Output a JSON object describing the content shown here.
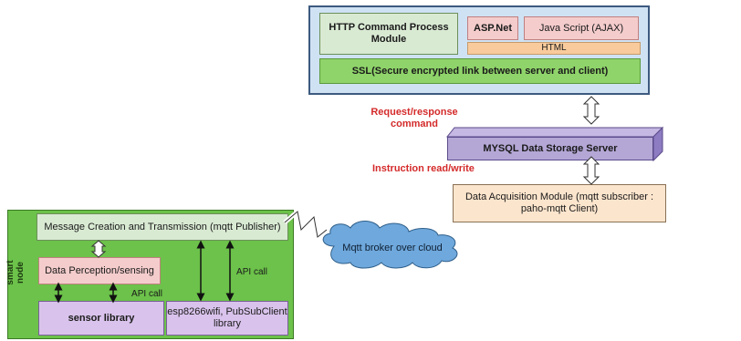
{
  "server": {
    "http_module": "HTTP Command Process Module",
    "aspnet": "ASP.Net",
    "javascript": "Java Script (AJAX)",
    "html": "HTML",
    "ssl": "SSL(Secure encrypted link between server and client)"
  },
  "links": {
    "request_response": "Request/response command",
    "instruction": "Instruction read/write"
  },
  "mysql": "MYSQL Data Storage Server",
  "acquisition": "Data Acquisition Module (mqtt subscriber : paho-mqtt Client)",
  "cloud": "Mqtt broker over cloud",
  "node": {
    "side_label": "smart node",
    "message": "Message Creation and Transmission (mqtt Publisher)",
    "perception": "Data Perception/sensing",
    "api_call_left": "API call",
    "api_call_right": "API call",
    "sensor_library": "sensor library",
    "esp_library": "esp8266wifi, PubSubClient library"
  },
  "colors": {
    "server_bg": "#cfe2f3",
    "green": "#8fd46a",
    "node_bg": "#6cc24a",
    "lavender": "#d9c3ec",
    "pink": "#f7cccc",
    "peach": "#fce5cd",
    "mysql": "#b4a7d6",
    "cloud": "#6fa8dc",
    "accent_red": "#d42a2a"
  }
}
